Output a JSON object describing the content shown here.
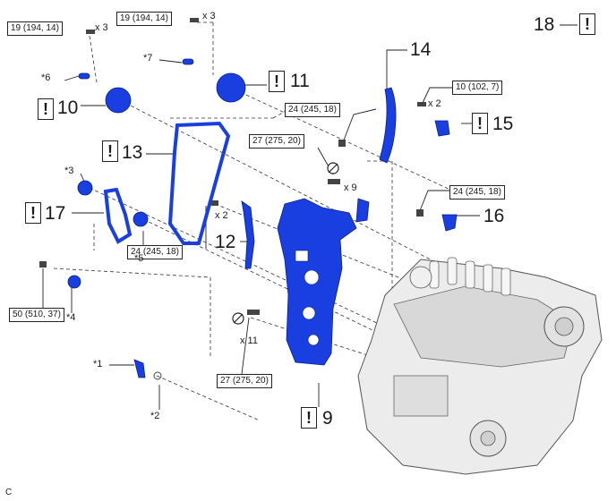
{
  "callouts": {
    "c1": "19 (194, 14)",
    "c2": "19 (194, 14)",
    "c3": "24 (245, 18)",
    "c4": "10 (102, 7)",
    "c5": "27 (275, 20)",
    "c6": "24 (245, 18)",
    "c7": "24 (245, 18)",
    "c8": "50 (510, 37)",
    "c9": "27 (275, 20)"
  },
  "quantities": {
    "q1": "x 3",
    "q2": "x 3",
    "q3": "x 2",
    "q4": "x 9",
    "q5": "x 2",
    "q6": "x 11"
  },
  "parts": {
    "p9": "9",
    "p10": "10",
    "p11": "11",
    "p12": "12",
    "p13": "13",
    "p14": "14",
    "p15": "15",
    "p16": "16",
    "p17": "17",
    "p18": "18"
  },
  "stars": {
    "s1": "*1",
    "s2": "*2",
    "s3": "*3",
    "s4": "*4",
    "s5": "*5",
    "s6": "*6",
    "s7": "*7"
  },
  "important_mark": "!",
  "footer_code": "C",
  "colors": {
    "highlight_part": "#1a3fe0",
    "line": "#222222",
    "engine": "#e8e8e8"
  }
}
